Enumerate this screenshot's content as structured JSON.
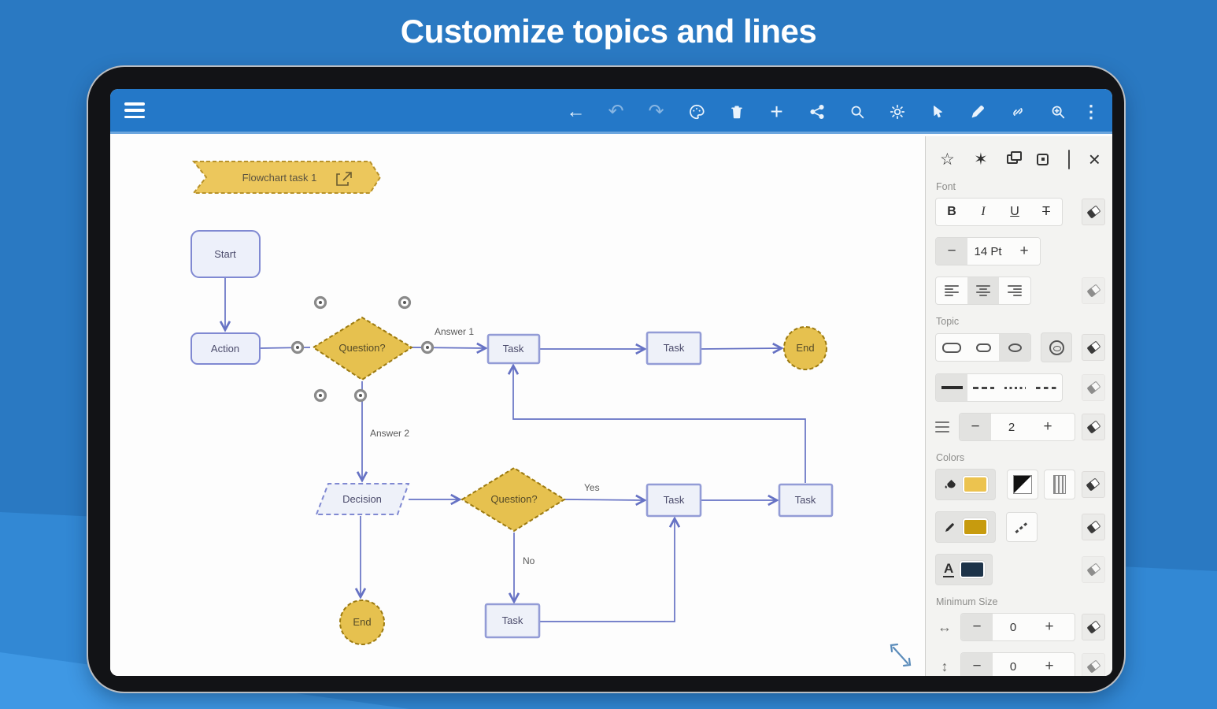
{
  "page": {
    "title": "Customize topics and lines"
  },
  "colors": {
    "blue-bg": "#2a79c2",
    "blue-band1": "#3288d4",
    "blue-band2": "#3f98e4",
    "toolbar": "#2478c8",
    "line": "#6672c4",
    "node-fill": "#edf0fa",
    "node-stroke": "#8089d2",
    "gold-fill": "#e6c14f",
    "gold-stroke": "#9c7a10",
    "swatch-fill": "#ecc34f",
    "swatch-border": "#c79b0e",
    "swatch-text": "#1d3349"
  },
  "toolbar": {
    "back": "←",
    "undo": "↶",
    "redo": "↷",
    "add": "+",
    "more": "⋮",
    "icons": [
      "back",
      "undo",
      "redo",
      "palette",
      "delete",
      "add",
      "share",
      "search",
      "brightness",
      "select",
      "edit",
      "connector",
      "zoom-in",
      "more"
    ]
  },
  "panel": {
    "quick_icons": [
      "favorite",
      "auto-style",
      "copy-style",
      "center-topic",
      "clear-style",
      "close"
    ],
    "favorite": "☆",
    "auto_style": "✶",
    "close": "×",
    "sections": {
      "font": "Font",
      "topic": "Topic",
      "colors": "Colors",
      "minimum_size": "Minimum Size"
    },
    "font": {
      "bold": "B",
      "italic": "I",
      "underline": "U",
      "strike": "T",
      "size_value": "14 Pt",
      "minus": "−",
      "plus": "+"
    },
    "line": {
      "width_value": "2",
      "minus": "−",
      "plus": "+"
    },
    "minimum_size": {
      "width_value": "0",
      "height_value": "0",
      "minus": "−",
      "plus": "+"
    }
  },
  "flowchart": {
    "banner": "Flowchart task 1",
    "nodes": {
      "start": "Start",
      "action": "Action",
      "question1": "Question?",
      "task1": "Task",
      "task2": "Task",
      "end1": "End",
      "decision": "Decision",
      "question2": "Question?",
      "task3": "Task",
      "task4": "Task",
      "task5": "Task",
      "end2": "End"
    },
    "edge_labels": {
      "answer1": "Answer 1",
      "answer2": "Answer 2",
      "yes": "Yes",
      "no": "No"
    }
  }
}
